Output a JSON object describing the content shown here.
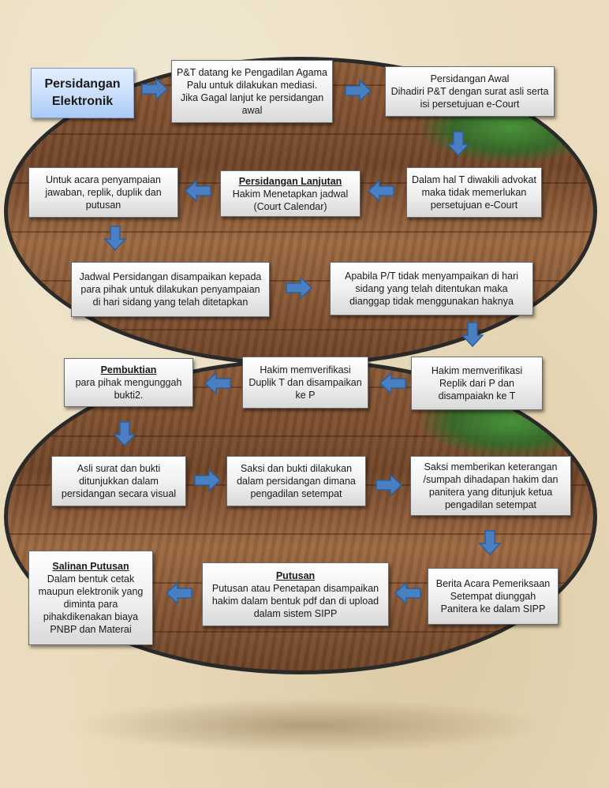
{
  "title": "Persidangan Elektronik",
  "colors": {
    "arrow": "#4a7fc1",
    "arrow_stroke": "#2f5f9a",
    "oval_border": "#2a2a2a"
  },
  "steps": {
    "s1": "P&T datang ke Pengadilan Agama Palu untuk dilakukan mediasi. Jika Gagal lanjut ke persidangan awal",
    "s2": "Persidangan Awal\nDihadiri P&T dengan surat asli serta isi persetujuan e-Court",
    "s3": "Dalam hal T diwakili advokat maka tidak memerlukan persetujuan e-Court",
    "s4_title": "Persidangan Lanjutan",
    "s4_body": "Hakim Menetapkan jadwal (Court Calendar)",
    "s5": "Untuk acara penyampaian jawaban, replik, duplik dan putusan",
    "s6": "Jadwal Persidangan disampaikan kepada para pihak untuk dilakukan penyampaian di hari sidang yang telah ditetapkan",
    "s7": "Apabila P/T tidak menyampaikan di hari sidang yang telah ditentukan maka dianggap tidak menggunakan haknya",
    "s8": "Hakim memverifikasi Replik dari P dan disampaiakn ke T",
    "s9": "Hakim memverifikasi Duplik T dan disampaikan ke P",
    "s10_title": "Pembuktian",
    "s10_body": "para pihak mengunggah bukti2.",
    "s11": "Asli surat dan bukti ditunjukkan  dalam persidangan secara visual",
    "s12": "Saksi dan bukti dilakukan dalam persidangan dimana pengadilan setempat",
    "s13": "Saksi memberikan keterangan /sumpah dihadapan hakim dan panitera yang ditunjuk ketua pengadilan setempat",
    "s14": "Berita Acara Pemeriksaan Setempat diunggah Panitera ke dalam SIPP",
    "s15_title": "Putusan",
    "s15_body": "Putusan atau Penetapan disampaikan hakim dalam bentuk pdf dan di upload dalam sistem SIPP",
    "s16_title": "Salinan Putusan",
    "s16_body": "Dalam bentuk cetak maupun elektronik yang diminta para pihakdikenakan biaya PNBP dan Materai"
  }
}
